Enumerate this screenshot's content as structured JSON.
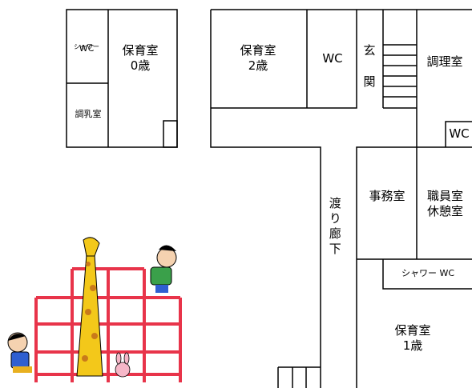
{
  "floor_plan": {
    "rooms": {
      "nursery_0": "保育室\n0歳",
      "wc_shower_top": "WC",
      "shower_top": "シャワー",
      "formula_room": "調乳室",
      "nursery_2": "保育室\n2歳",
      "wc_center": "WC",
      "entrance": "玄\n関",
      "kitchen": "調理室",
      "wc_kitchen": "WC",
      "office": "事務室",
      "staff_room": "職員室\n休憩室",
      "corridor": "渡り廊下",
      "shower_wc": "シャワー  WC",
      "nursery_1": "保育室\n1歳"
    },
    "line_color": "#000000",
    "illustration": {
      "description_icons": [
        "giraffe-icon",
        "jungle-gym-icon",
        "child-climbing-icon",
        "bunny-icon"
      ],
      "colors": {
        "frame": "#e8344a",
        "giraffe": "#f3c81a",
        "giraffe_spots": "#c97a1a",
        "shirt_green": "#3aa04a",
        "shirt_blue": "#2f5fd0",
        "bunny": "#f6b7c8"
      }
    }
  }
}
